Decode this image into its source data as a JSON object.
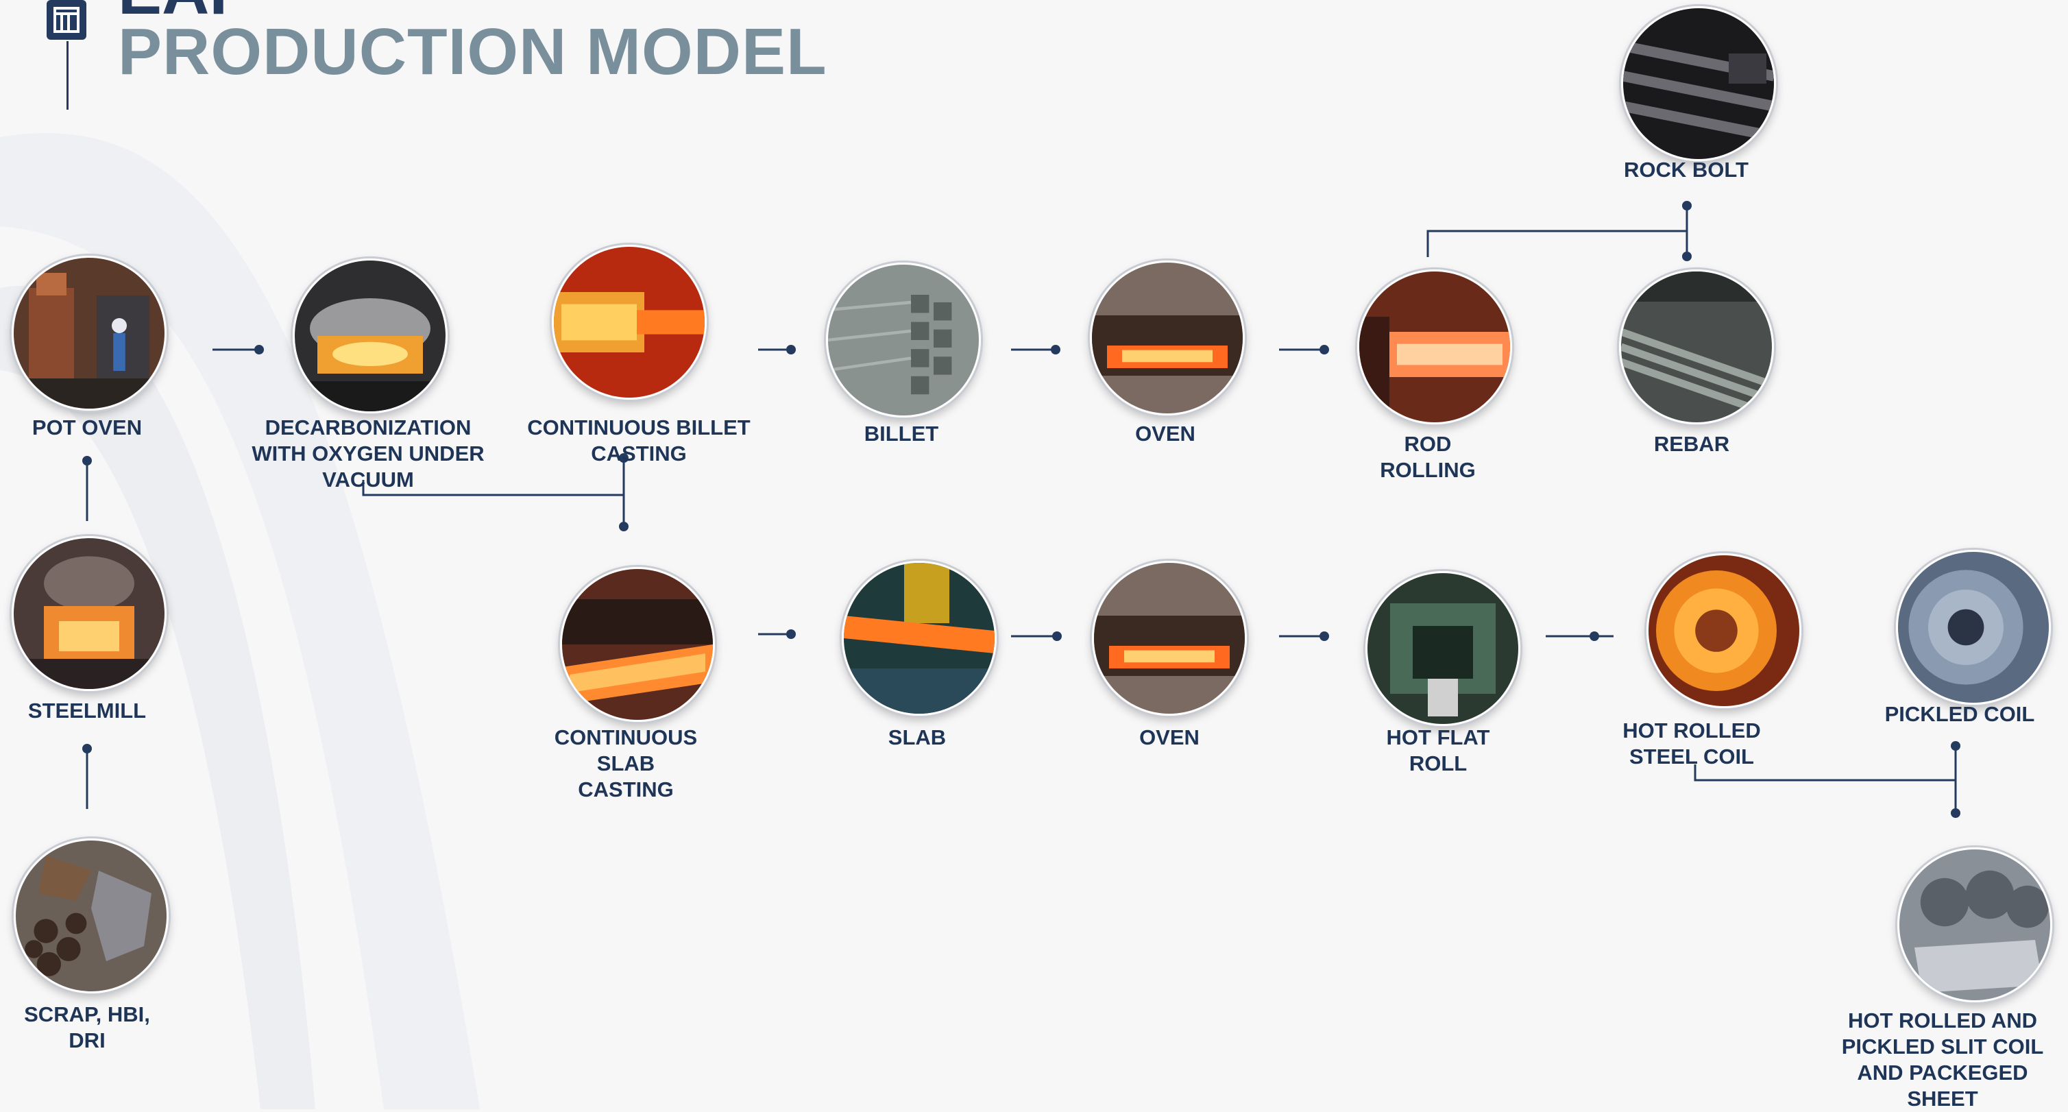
{
  "header": {
    "title_top": "EAF",
    "title": "PRODUCTION MODEL"
  },
  "nodes": {
    "pot_oven": "POT OVEN",
    "steelmill": "STEELMILL",
    "scrap": "SCRAP, HBI,\nDRI",
    "decarbonization": "DECARBONIZATION\nWITH OXYGEN UNDER\nVACUUM",
    "billet_casting": "CONTINUOUS BILLET\nCASTING",
    "billet": "BILLET",
    "oven_top": "OVEN",
    "rod_rolling": "ROD\nROLLING",
    "rebar": "REBAR",
    "rock_bolt": "ROCK BOLT",
    "slab_casting": "CONTINUOUS\nSLAB\nCASTING",
    "slab": "SLAB",
    "oven_bottom": "OVEN",
    "hot_flat_roll": "HOT FLAT\nROLL",
    "hot_rolled_coil": "HOT ROLLED\nSTEEL COIL",
    "pickled_coil": "PICKLED COIL",
    "slit_coil": "HOT ROLLED AND\nPICKLED SLIT COIL\nAND PACKEGED\nSHEET"
  },
  "colors": {
    "line": "#243a5e",
    "label": "#1f3558",
    "title": "#7a8f9c"
  }
}
